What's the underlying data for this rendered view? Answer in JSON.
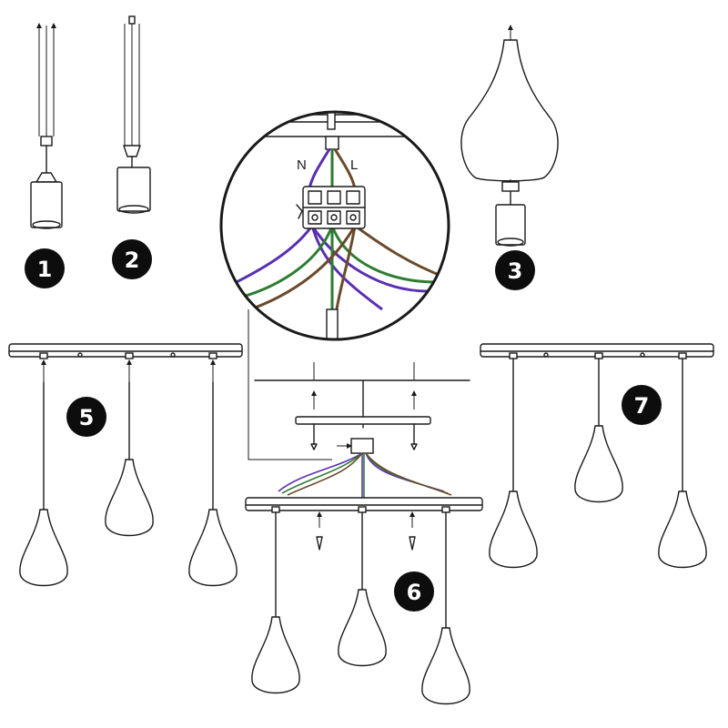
{
  "steps": {
    "step1": "1",
    "step2": "2",
    "step3": "3",
    "step5": "5",
    "step6": "6",
    "step7": "7"
  },
  "wiring": {
    "neutral_label": "N",
    "live_label": "L",
    "wire_colors": {
      "neutral": "#5a2fb0",
      "earth": "#2e7d32",
      "live": "#6b4a2b"
    }
  }
}
